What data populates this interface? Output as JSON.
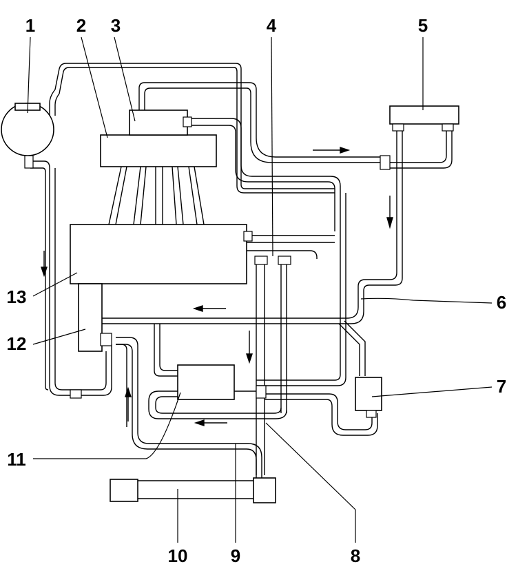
{
  "diagram": {
    "labels": {
      "c1": "1",
      "c2": "2",
      "c3": "3",
      "c4": "4",
      "c5": "5",
      "c6": "6",
      "c7": "7",
      "c8": "8",
      "c9": "9",
      "c10": "10",
      "c11": "11",
      "c12": "12",
      "c13": "13"
    }
  }
}
